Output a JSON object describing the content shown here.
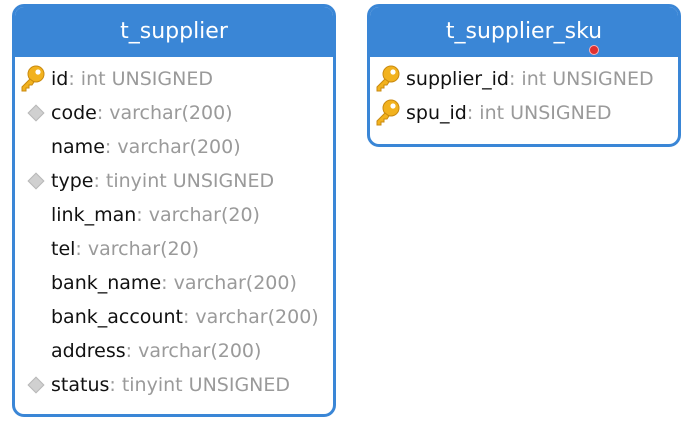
{
  "tables": [
    {
      "name": "t_supplier",
      "columns": [
        {
          "name": "id",
          "type": ": int UNSIGNED",
          "icon": "key-icon"
        },
        {
          "name": "code",
          "type": ": varchar(200)",
          "icon": "diamond-icon"
        },
        {
          "name": "name",
          "type": ": varchar(200)",
          "icon": ""
        },
        {
          "name": "type",
          "type": ": tinyint UNSIGNED",
          "icon": "diamond-icon"
        },
        {
          "name": "link_man",
          "type": ": varchar(20)",
          "icon": ""
        },
        {
          "name": "tel",
          "type": ": varchar(20)",
          "icon": ""
        },
        {
          "name": "bank_name",
          "type": ": varchar(200)",
          "icon": ""
        },
        {
          "name": "bank_account",
          "type": ": varchar(200)",
          "icon": ""
        },
        {
          "name": "address",
          "type": ": varchar(200)",
          "icon": ""
        },
        {
          "name": "status",
          "type": ": tinyint UNSIGNED",
          "icon": "diamond-icon"
        }
      ]
    },
    {
      "name": "t_supplier_sku",
      "columns": [
        {
          "name": "supplier_id",
          "type": ": int UNSIGNED",
          "icon": "key-icon"
        },
        {
          "name": "spu_id",
          "type": ": int UNSIGNED",
          "icon": "key-icon"
        }
      ]
    }
  ],
  "colors": {
    "header": "#3a86d6",
    "column_name": "#111111",
    "column_type": "#9a9a9a",
    "key": "#f2b21e",
    "index_diamond": "#d0d0d0",
    "cursor": "#e03030"
  }
}
